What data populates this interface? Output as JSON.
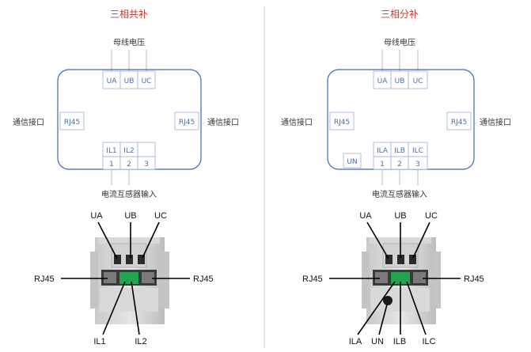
{
  "left": {
    "title": "三相共补",
    "voltage_label": "母线电压",
    "voltage_terminals": [
      "UA",
      "UB",
      "UC"
    ],
    "comm_label_left": "通信接口",
    "comm_label_right": "通信接口",
    "rj45_left": "RJ45",
    "rj45_right": "RJ45",
    "current_terminals": [
      "IL1",
      "IL2",
      ""
    ],
    "current_numbers": [
      "1",
      "2",
      "3"
    ],
    "current_label": "电流互感器输入",
    "photo_top_labels": [
      "UA",
      "UB",
      "UC"
    ],
    "photo_rj45_left": "RJ45",
    "photo_rj45_right": "RJ45",
    "photo_bottom_labels": [
      "IL1",
      "IL2"
    ]
  },
  "right": {
    "title": "三相分补",
    "voltage_label": "母线电压",
    "voltage_terminals": [
      "UA",
      "UB",
      "UC"
    ],
    "comm_label_left": "通信接口",
    "comm_label_right": "通信接口",
    "rj45_left": "RJ45",
    "rj45_right": "RJ45",
    "un_terminal": "UN",
    "current_terminals": [
      "ILA",
      "ILB",
      "ILC"
    ],
    "current_numbers": [
      "1",
      "2",
      "3"
    ],
    "current_label": "电流互感器输入",
    "photo_top_labels": [
      "UA",
      "UB",
      "UC"
    ],
    "photo_rj45_left": "RJ45",
    "photo_rj45_right": "RJ45",
    "photo_bottom_labels": [
      "ILA",
      "UN",
      "ILB",
      "ILC"
    ]
  }
}
